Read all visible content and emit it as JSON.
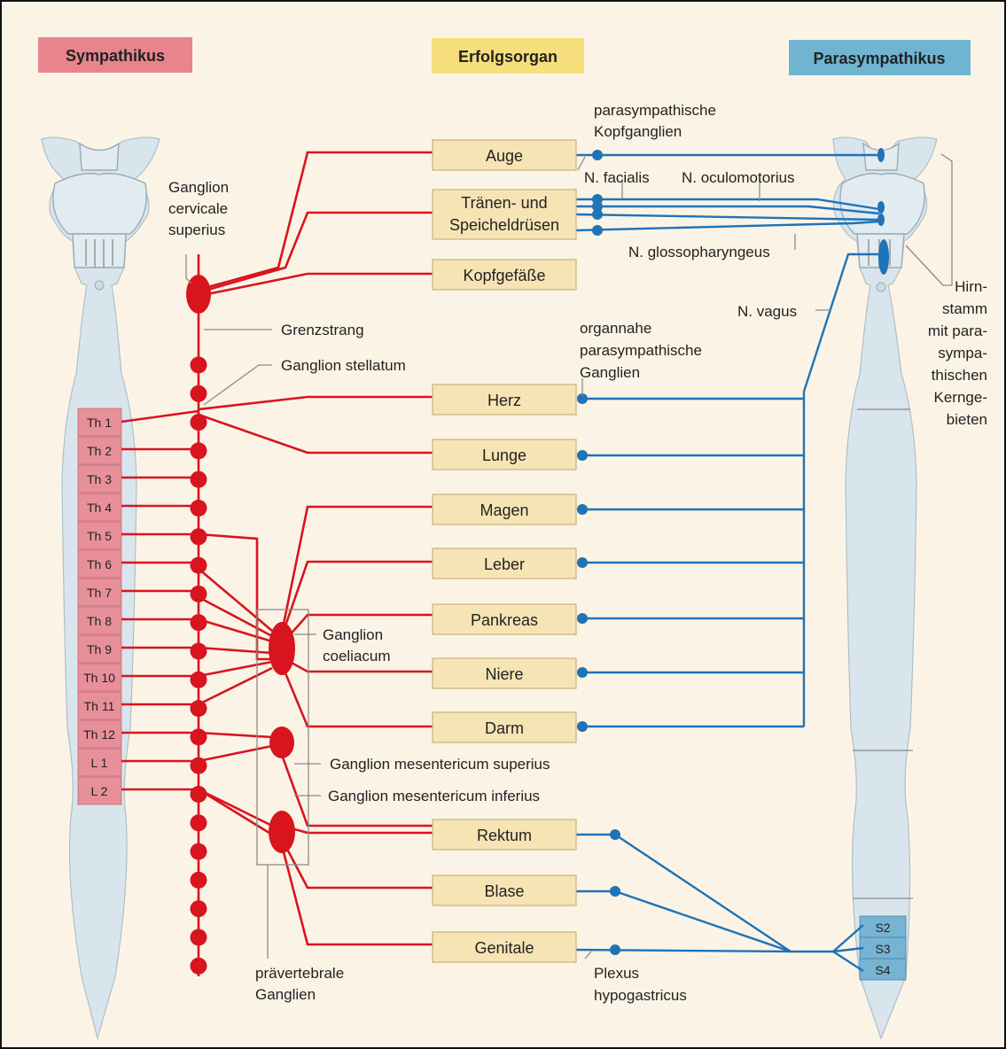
{
  "headers": {
    "sympathetic": "Sympathikus",
    "organ": "Erfolgsorgan",
    "parasympathetic": "Parasympathikus"
  },
  "organs": [
    "Auge",
    "Tränen- und",
    "Speicheldrüsen",
    "Kopfgefäße",
    "Herz",
    "Lunge",
    "Magen",
    "Leber",
    "Pankreas",
    "Niere",
    "Darm",
    "Rektum",
    "Blase",
    "Genitale"
  ],
  "segments": [
    "Th 1",
    "Th 2",
    "Th 3",
    "Th 4",
    "Th 5",
    "Th 6",
    "Th 7",
    "Th 8",
    "Th 9",
    "Th 10",
    "Th 11",
    "Th 12",
    "L 1",
    "L 2"
  ],
  "sacral_segments": [
    "S2",
    "S3",
    "S4"
  ],
  "labels": {
    "ganglion_cervicale": [
      "Ganglion",
      "cervicale",
      "superius"
    ],
    "grenzstrang": "Grenzstrang",
    "ganglion_stellatum": "Ganglion stellatum",
    "ganglion_coeliacum": [
      "Ganglion",
      "coeliacum"
    ],
    "ganglion_mes_sup": "Ganglion mesentericum superius",
    "ganglion_mes_inf": "Ganglion mesentericum inferius",
    "praevertebrale": [
      "prävertebrale",
      "Ganglien"
    ],
    "kopfganglien": [
      "parasympathische",
      "Kopfganglien"
    ],
    "n_facialis": "N. facialis",
    "n_oculomotorius": "N. oculomotorius",
    "n_glossopharyngeus": "N. glossopharyngeus",
    "n_vagus": "N. vagus",
    "organnahe": [
      "organnahe",
      "parasympathische",
      "Ganglien"
    ],
    "hirnstamm": [
      "Hirn-",
      "stamm",
      "mit para-",
      "sympa-",
      "thischen",
      "Kernge-",
      "bieten"
    ],
    "plexus": [
      "Plexus",
      "hypogastricus"
    ]
  },
  "colors": {
    "sympathetic": "#d8141f",
    "parasympathetic": "#1f73b7",
    "sympathetic_label_bg": "#e8848c",
    "organ_label_bg": "#f6df7c",
    "parasympathetic_label_bg": "#6fb5d2",
    "organ_box_bg": "#f7e4b4",
    "segment_bg": "#e8909a",
    "sacral_bg": "#77b3d3",
    "background": "#fbf4e6"
  }
}
